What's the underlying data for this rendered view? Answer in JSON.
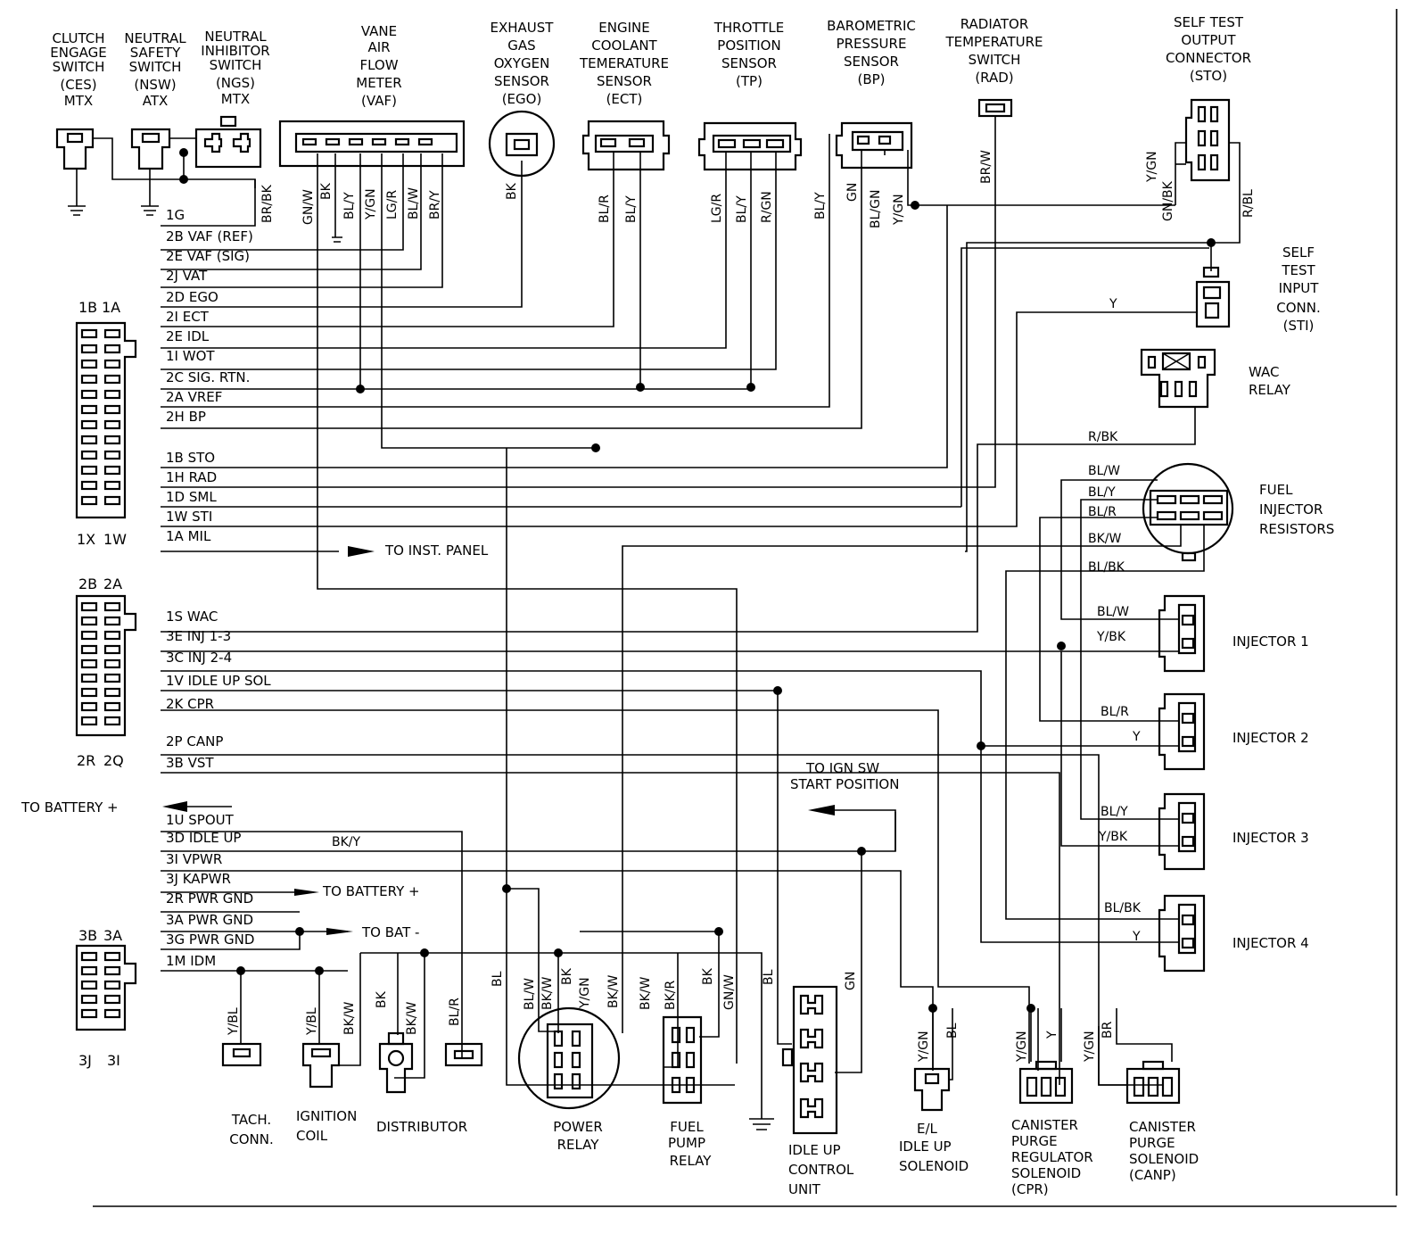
{
  "components": {
    "ces": [
      "CLUTCH",
      "ENGAGE",
      "SWITCH",
      "(CES)",
      "MTX"
    ],
    "nsw": [
      "NEUTRAL",
      "SAFETY",
      "SWITCH",
      "(NSW)",
      "ATX"
    ],
    "ngs": [
      "NEUTRAL",
      "INHIBITOR",
      "SWITCH",
      "(NGS)",
      "MTX"
    ],
    "vaf": [
      "VANE",
      "AIR",
      "FLOW",
      "METER",
      "(VAF)"
    ],
    "ego": [
      "EXHAUST",
      "GAS",
      "OXYGEN",
      "SENSOR",
      "(EGO)"
    ],
    "ect": [
      "ENGINE",
      "COOLANT",
      "TEMERATURE",
      "SENSOR",
      "(ECT)"
    ],
    "tp": [
      "THROTTLE",
      "POSITION",
      "SENSOR",
      "(TP)"
    ],
    "bp": [
      "BAROMETRIC",
      "PRESSURE",
      "SENSOR",
      "(BP)"
    ],
    "rad": [
      "RADIATOR",
      "TEMPERATURE",
      "SWITCH",
      "(RAD)"
    ],
    "sto": [
      "SELF TEST",
      "OUTPUT",
      "CONNECTOR",
      "(STO)"
    ],
    "sti": [
      "SELF",
      "TEST",
      "INPUT",
      "CONN.",
      "(STI)"
    ],
    "wac": [
      "WAC",
      "RELAY"
    ],
    "fir": [
      "FUEL",
      "INJECTOR",
      "RESISTORS"
    ],
    "inj1": "INJECTOR 1",
    "inj2": "INJECTOR 2",
    "inj3": "INJECTOR 3",
    "inj4": "INJECTOR 4",
    "tach": [
      "TACH.",
      "CONN."
    ],
    "coil": [
      "IGNITION",
      "COIL"
    ],
    "dist": "DISTRIBUTOR",
    "power_relay": [
      "POWER",
      "RELAY"
    ],
    "fuel_pump_relay": [
      "FUEL",
      "PUMP",
      "RELAY"
    ],
    "idle_up_unit": [
      "IDLE UP",
      "CONTROL",
      "UNIT"
    ],
    "idle_up_sol": [
      "E/L",
      "IDLE UP",
      "SOLENOID"
    ],
    "cpr": [
      "CANISTER",
      "PURGE",
      "REGULATOR",
      "SOLENOID",
      "(CPR)"
    ],
    "canp": [
      "CANISTER",
      "PURGE",
      "SOLENOID",
      "(CANP)"
    ]
  },
  "connector_pins": {
    "c1_top": [
      "1B",
      "1A"
    ],
    "c1_bottom": [
      "1X",
      "1W"
    ],
    "c2_top": [
      "2B",
      "2A"
    ],
    "c2_bottom": [
      "2R",
      "2Q"
    ],
    "c3_top": [
      "3B",
      "3A"
    ],
    "c3_bottom": [
      "3J",
      "3I"
    ]
  },
  "ecu_pins": [
    "1G",
    "2B VAF (REF)",
    "2E VAF (SIG)",
    "2J VAT",
    "2D EGO",
    "2I ECT",
    "2E IDL",
    "1I WOT",
    "2C SIG. RTN.",
    "2A VREF",
    "2H BP",
    "1B STO",
    "1H RAD",
    "1D SML",
    "1W STI",
    "1A MIL",
    "1S WAC",
    "3E INJ 1-3",
    "3C INJ 2-4",
    "1V IDLE UP SOL",
    "2K CPR",
    "2P CANP",
    "3B VST",
    "1U SPOUT",
    "3D IDLE UP",
    "3I VPWR",
    "3J KAPWR",
    "2R PWR GND",
    "3A PWR GND",
    "3G PWR GND",
    "1M IDM"
  ],
  "destinations": {
    "inst_panel": "TO INST. PANEL",
    "battery_pos_left": "TO BATTERY +",
    "battery_pos_kapwr": "TO BATTERY +",
    "battery_neg": "TO BAT -",
    "ign_sw": [
      "TO IGN SW",
      "START POSITION"
    ]
  },
  "wire_colors": {
    "ces_br_bk": "BR/BK",
    "vaf": [
      "GN/W",
      "BK",
      "BL/Y",
      "Y/GN",
      "LG/R",
      "BL/W",
      "BR/Y"
    ],
    "ego": "BK",
    "ect": [
      "BL/R",
      "BL/Y"
    ],
    "tp": [
      "LG/R",
      "BL/Y",
      "R/GN"
    ],
    "bp": [
      "BL/Y",
      "GN",
      "BL/GN",
      "Y/GN"
    ],
    "rad": "BR/W",
    "sto": [
      "Y/GN",
      "GN/BK",
      "R/BL"
    ],
    "sti": "Y",
    "wac": "R/BK",
    "fir": [
      "BL/W",
      "BL/Y",
      "BL/R",
      "BK/W",
      "BL/BK"
    ],
    "inj1": [
      "BL/W",
      "Y/BK"
    ],
    "inj2": [
      "BL/R",
      "Y"
    ],
    "inj3": [
      "BL/Y",
      "Y/BK"
    ],
    "inj4": [
      "BL/BK",
      "Y"
    ],
    "idle_up_bk_y": "BK/Y",
    "tach": "Y/BL",
    "coil": [
      "Y/BL",
      "BK/W"
    ],
    "dist": [
      "BK",
      "BK/W"
    ],
    "dist_feed": "BL/R",
    "power_relay": [
      "BL",
      "BL/W",
      "BK/W",
      "BK",
      "Y/GN",
      "BK/W"
    ],
    "fuel_pump_relay": [
      "BK/W",
      "BK/R",
      "BK",
      "GN/W"
    ],
    "ground_bl": "BL",
    "idle_up_unit": "GN",
    "idle_up_sol": [
      "Y/GN",
      "BL"
    ],
    "cpr": [
      "Y/GN",
      "Y"
    ],
    "canp": [
      "Y/GN",
      "BR"
    ]
  }
}
